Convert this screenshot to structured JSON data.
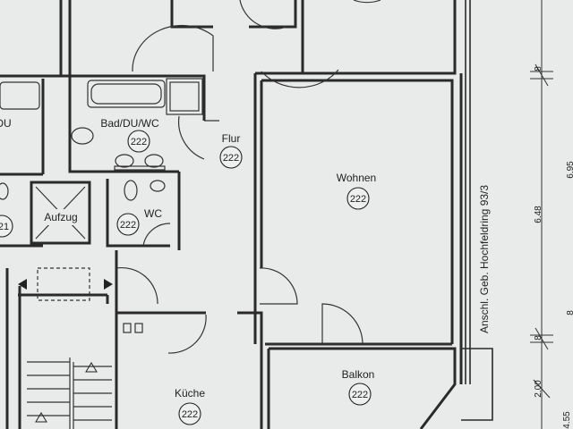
{
  "rooms": {
    "bad": {
      "label": "Bad/DU/WC",
      "number": "222"
    },
    "flur": {
      "label": "Flur",
      "number": "222"
    },
    "wohnen": {
      "label": "Wohnen",
      "number": "222"
    },
    "wc": {
      "label": "WC",
      "number": "222"
    },
    "aufzug": {
      "label": "Aufzug"
    },
    "kueche": {
      "label": "Küche",
      "number": "222"
    },
    "balkon": {
      "label": "Balkon",
      "number": "222"
    },
    "left_partial_1": {
      "label": "DU"
    },
    "left_partial_2": {
      "number": "21"
    }
  },
  "neighbor_note": "Anschl. Geb. Hochfeldring 93/3",
  "dimensions": [
    "6.95",
    "6.48",
    "2.00",
    "4.55"
  ],
  "dimension_ticks": [
    "8",
    "8",
    "8"
  ]
}
